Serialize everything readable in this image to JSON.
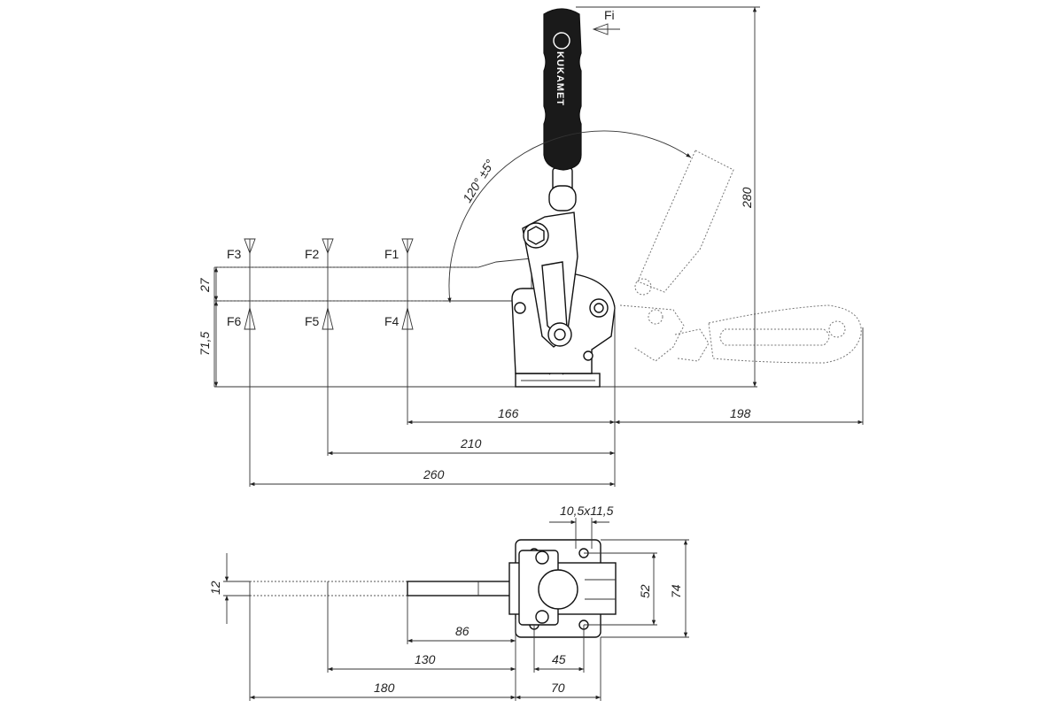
{
  "labels": {
    "force_top": [
      "F3",
      "F2",
      "F1"
    ],
    "force_bottom": [
      "F6",
      "F5",
      "F4"
    ],
    "handle_force": "Fi",
    "angle": "120° ±5°",
    "brand": "KUKAMET"
  },
  "dimensions": {
    "side_view": {
      "d166": "166",
      "d198": "198",
      "d210": "210",
      "d260": "260",
      "d280": "280",
      "d27": "27",
      "d71_5": "71,5"
    },
    "top_view": {
      "slot": "10,5x11,5",
      "d12": "12",
      "d86": "86",
      "d130": "130",
      "d180": "180",
      "d45": "45",
      "d70": "70",
      "d52": "52",
      "d74": "74"
    }
  },
  "colors": {
    "line": "#111111",
    "handle": "#1a1a1a",
    "ghost": "#777777"
  }
}
